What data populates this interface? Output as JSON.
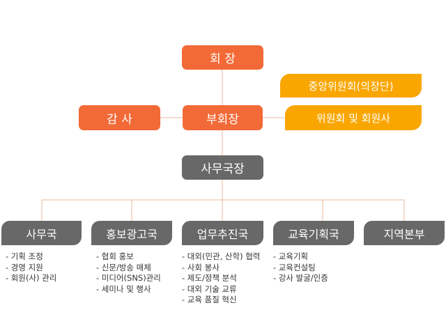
{
  "chairman": "회 장",
  "vice_chairman": "부회장",
  "auditor": "감 사",
  "central_committee": "중앙위원회(의장단)",
  "committees_members": "위원회 및 회원사",
  "secretary_general": "사무국장",
  "departments": [
    {
      "name": "사무국",
      "duties": [
        "- 기획 조정",
        "- 경영 지원",
        "- 회원(사) 관리"
      ]
    },
    {
      "name": "홍보광고국",
      "duties": [
        "- 협회 홍보",
        "- 신문/방송 매체",
        "- 미디어(SNS)관리",
        "- 세미나 및 행사"
      ]
    },
    {
      "name": "업무추진국",
      "duties": [
        "- 대외(민관, 산학) 협력",
        "- 사회 봉사",
        "- 제도/정책 분석",
        "- 대외 기술 교류",
        "- 교육 품질 혁신"
      ]
    },
    {
      "name": "교육기획국",
      "duties": [
        "- 교육기획",
        "- 교육컨설팅",
        "- 강사 발굴/인증"
      ]
    },
    {
      "name": "지역본부",
      "duties": []
    }
  ],
  "colors": {
    "orange": "#f26a37",
    "yellow": "#f9a600",
    "gray": "#686868",
    "connector": "#e8b79c"
  }
}
